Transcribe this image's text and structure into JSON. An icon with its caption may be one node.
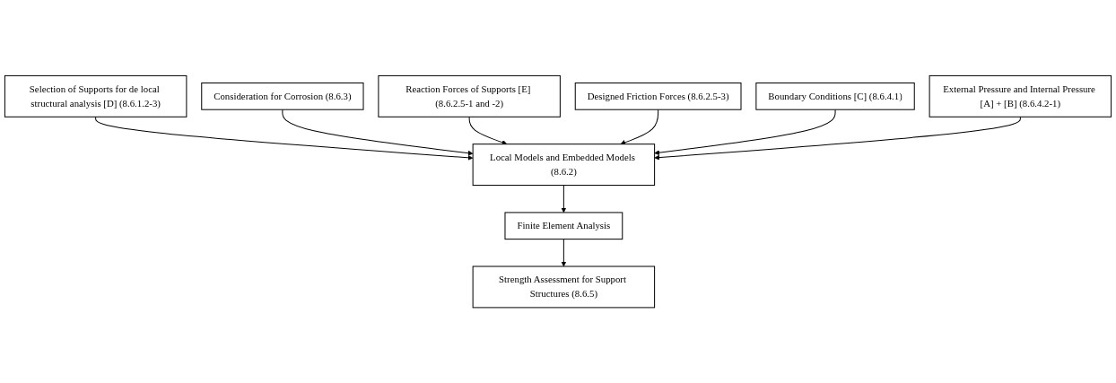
{
  "diagram": {
    "nodes": [
      {
        "text": [
          "Selection of Supports for de local structural analysis [D] (8.6.1.2-3)"
        ]
      },
      {
        "text": [
          "Local Models and Embedded Models (8.6.2)"
        ]
      },
      {
        "text": [
          "Finite Element Analysis"
        ]
      },
      {
        "text": [
          "Strength Assessment for Support Structures (8.6.5)"
        ]
      },
      {
        "text": [
          "Consideration for Corrosion (8.6.3)"
        ]
      },
      {
        "text": [
          "Reaction Forces of Supports [E] (8.6.2.5-1 and -2)"
        ]
      },
      {
        "text": [
          "Designed Friction Forces (8.6.2.5-3)"
        ]
      },
      {
        "text": [
          "Boundary Conditions [C] (8.6.4.1)"
        ]
      },
      {
        "text": [
          "External Pressure and Internal Pressure [A] + [B] (8.6.4.2-1)"
        ]
      }
    ],
    "edges": [
      {
        "from": 0,
        "to": 1,
        "arrow": "to"
      },
      {
        "from": 1,
        "to": 2,
        "arrow": "to"
      },
      {
        "from": 2,
        "to": 3,
        "arrow": "to"
      },
      {
        "from": 4,
        "to": 1,
        "arrow": "to"
      },
      {
        "from": 5,
        "to": 1,
        "arrow": "to"
      },
      {
        "from": 6,
        "to": 1,
        "arrow": "to"
      },
      {
        "from": 7,
        "to": 1,
        "arrow": "to"
      },
      {
        "from": 8,
        "to": 1,
        "arrow": "to"
      }
    ]
  }
}
